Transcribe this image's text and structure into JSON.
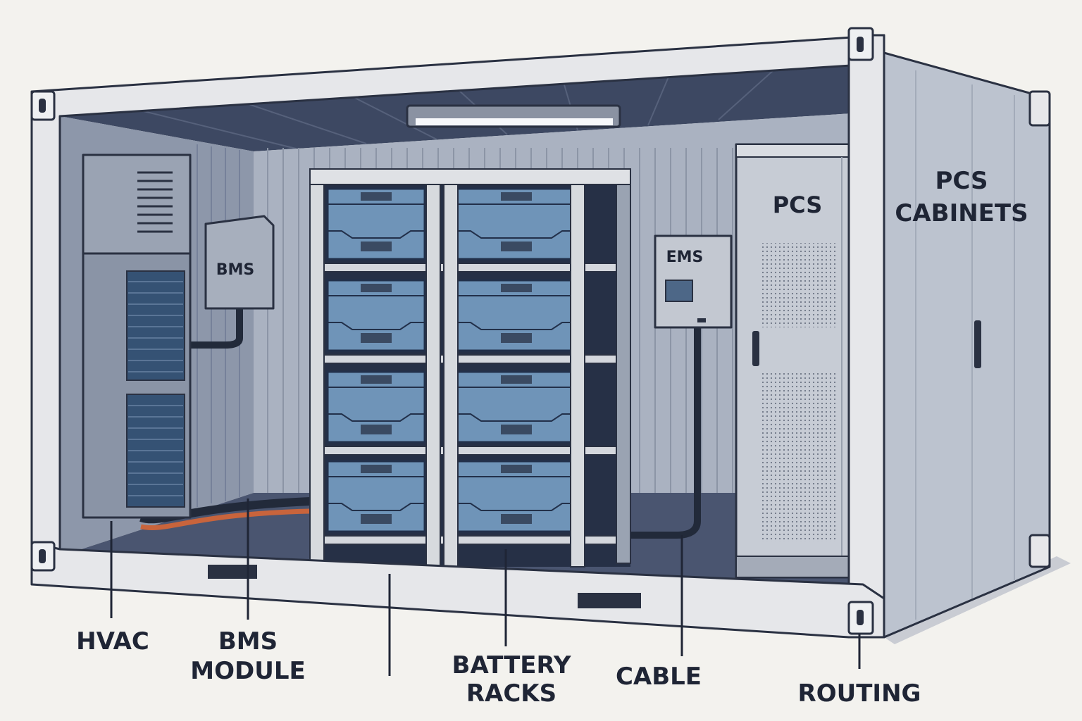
{
  "diagram": {
    "device_labels": {
      "bms": "BMS",
      "ems": "EMS",
      "pcs": "PCS",
      "pcs_cabinets_line1": "PCS",
      "pcs_cabinets_line2": "CABINETS"
    },
    "callouts": {
      "hvac": "HVAC",
      "bms_module_line1": "BMS",
      "bms_module_line2": "MODULE",
      "battery_racks_line1": "BATTERY",
      "battery_racks_line2": "RACKS",
      "cable": "CABLE",
      "routing": "ROUTING"
    },
    "battery_rack": {
      "rows": 4,
      "columns": 2
    },
    "colors": {
      "battery": "#6f94b8",
      "floor": "#4a5570",
      "cable": "#c8643c",
      "frame": "#e6e7ea"
    }
  }
}
